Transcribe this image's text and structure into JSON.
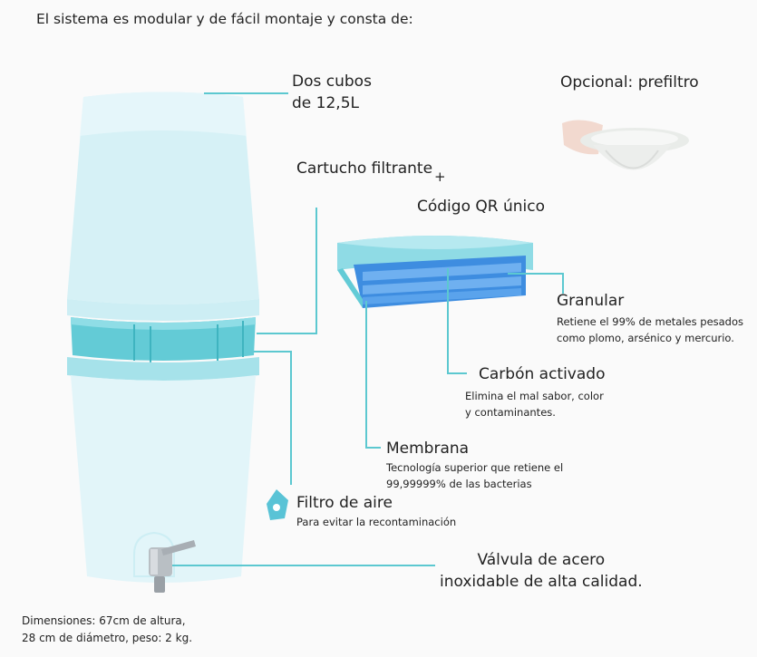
{
  "heading": "El sistema es modular y de fácil montaje y consta de:",
  "labels": {
    "cubos_line1": "Dos cubos",
    "cubos_line2": "de 12,5L",
    "opcional": "Opcional: prefiltro",
    "cartucho": "Cartucho filtrante",
    "plus": "+",
    "qr": "Código QR único",
    "granular_title": "Granular",
    "granular_desc1": "Retiene el 99% de metales pesados",
    "granular_desc2": "como plomo, arsénico y mercurio.",
    "carbon_title": "Carbón activado",
    "carbon_desc1": "Elimina el mal sabor, color",
    "carbon_desc2": "y contaminantes.",
    "membrana_title": "Membrana",
    "membrana_desc1": "Tecnología superior que retiene el",
    "membrana_desc2": "99,99999% de las bacterias",
    "aire_title": "Filtro de aire",
    "aire_desc": "Para evitar la recontaminación",
    "valvula_line1": "Válvula de acero",
    "valvula_line2": "inoxidable de alta calidad.",
    "dim_line1": "Dimensiones: 67cm de altura,",
    "dim_line2": "28 cm de diámetro, peso: 2 kg."
  },
  "colors": {
    "accent": "#5cc8d0",
    "bucket_light": "#d6f1f6",
    "bucket_band": "#7fd6e0",
    "cartridge_blue": "#4f9be8",
    "text": "#222222"
  }
}
